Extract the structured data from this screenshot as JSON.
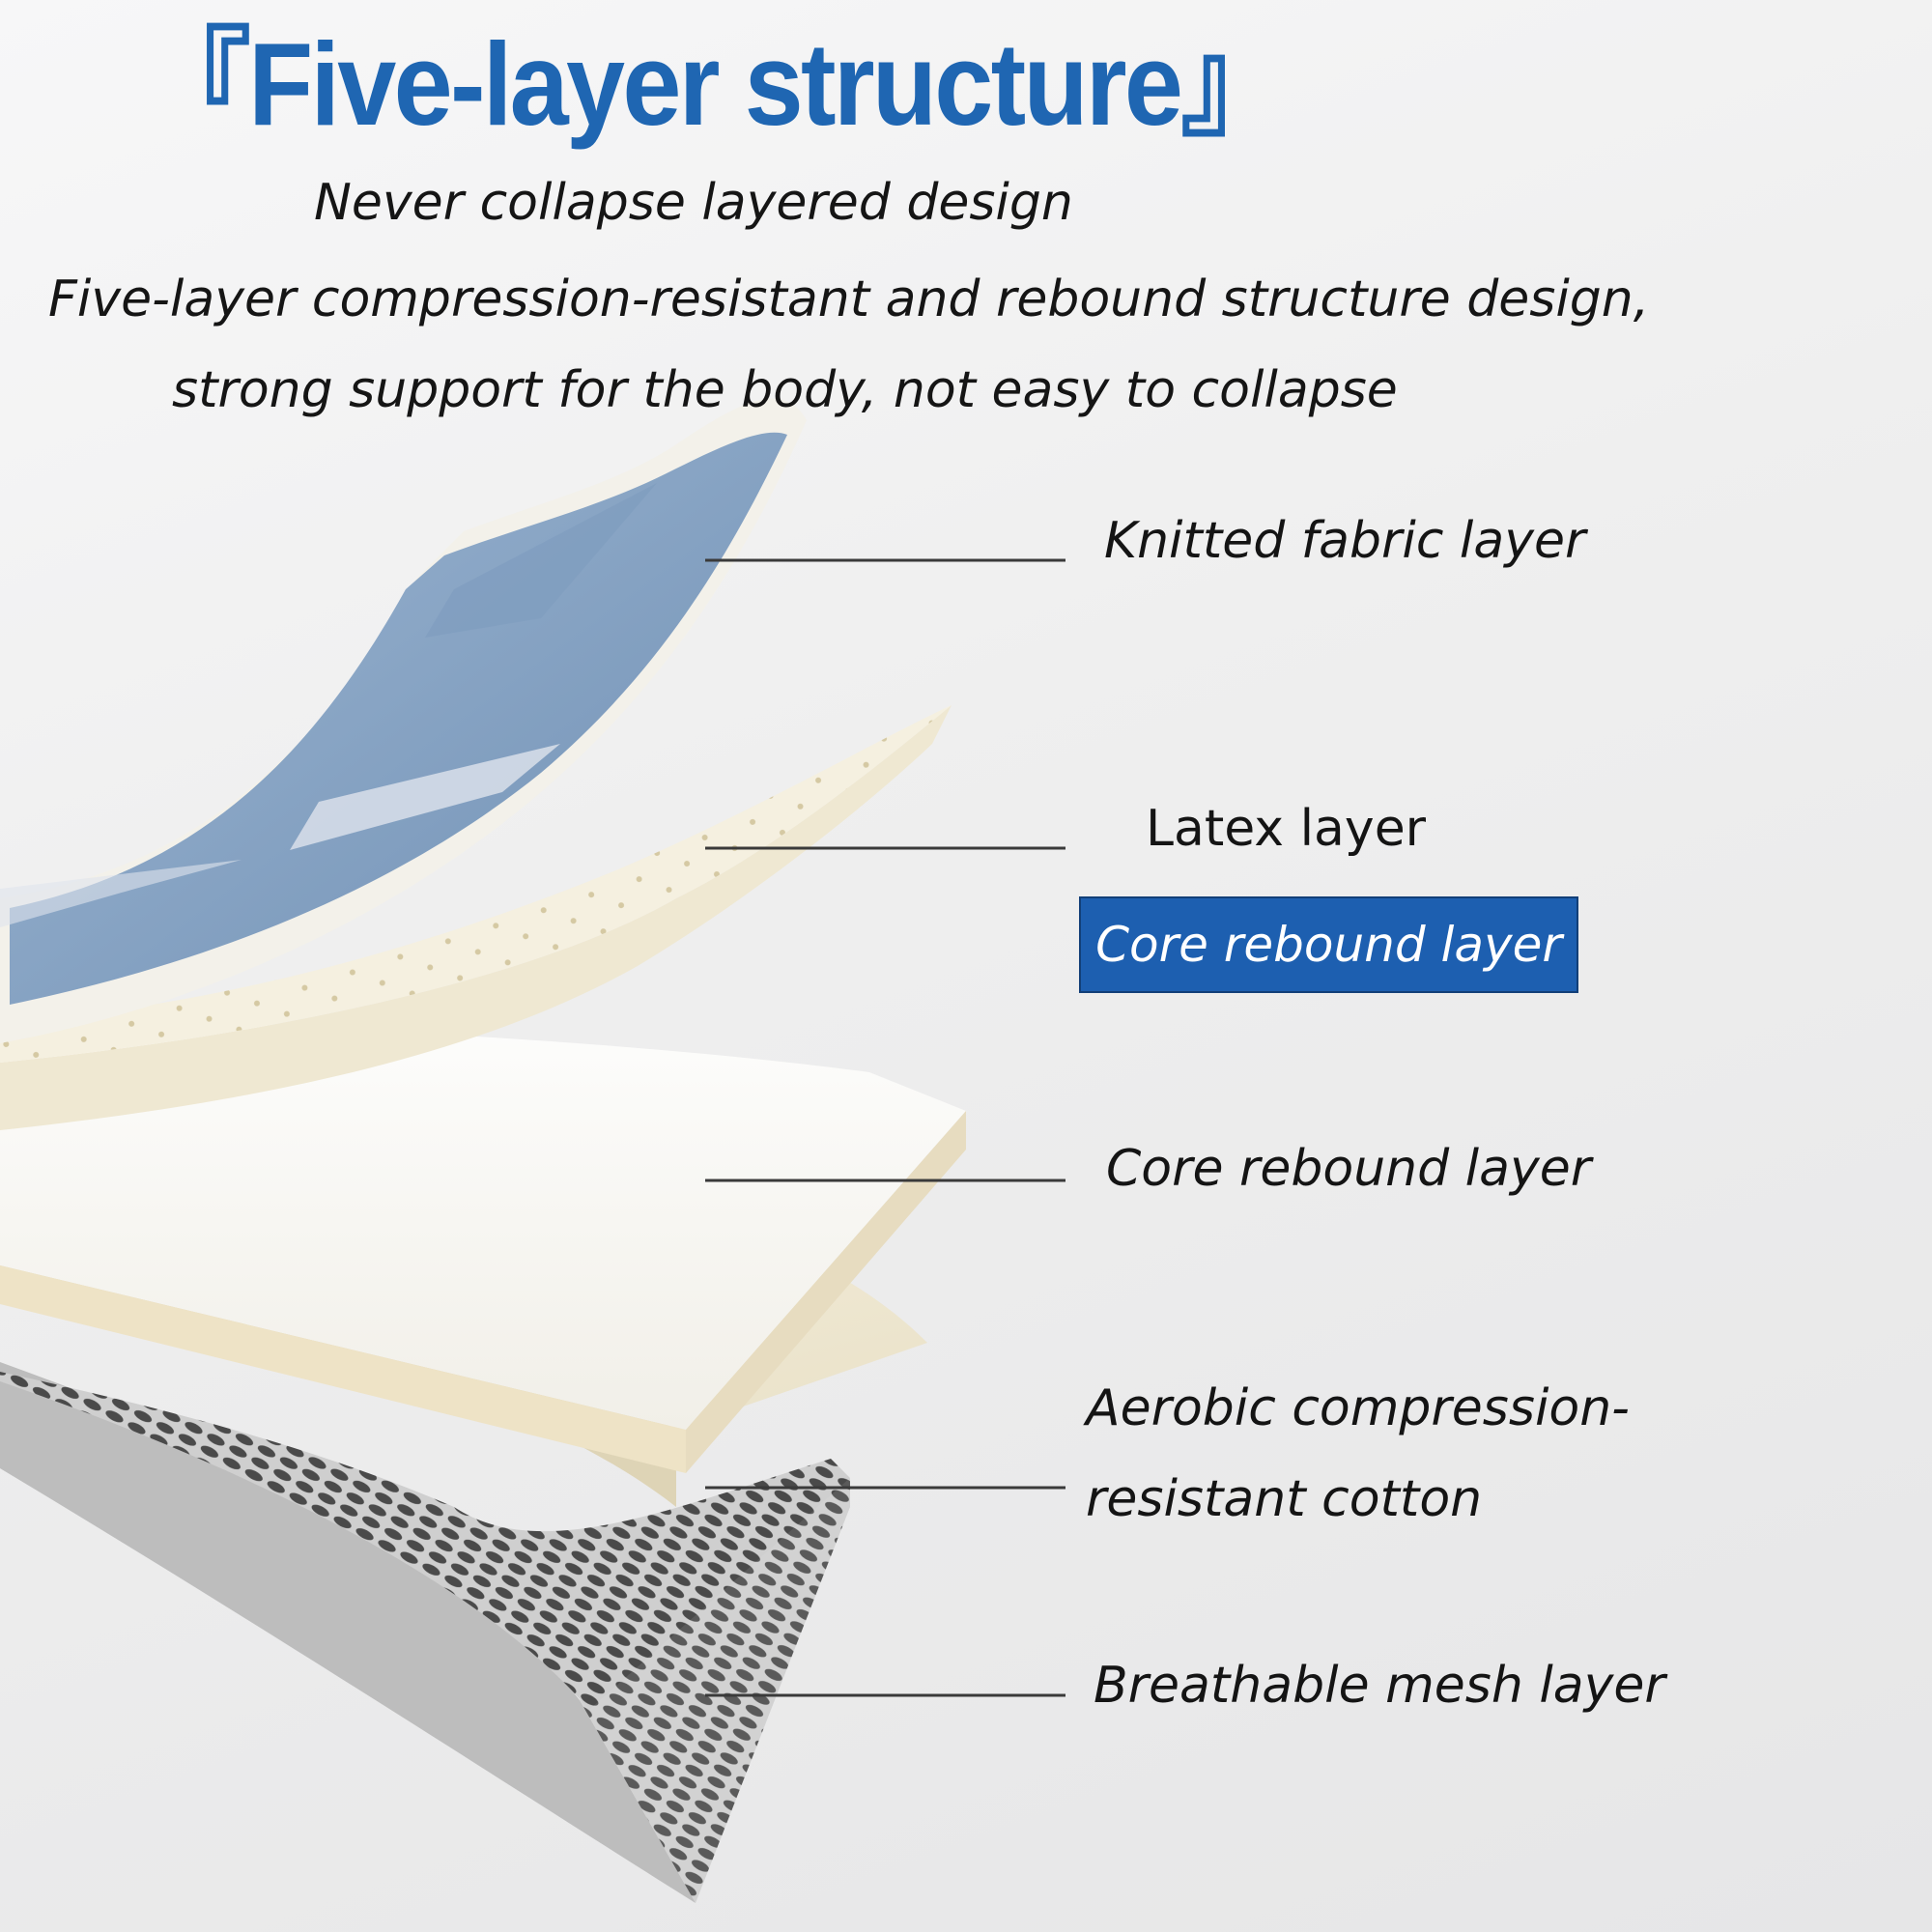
{
  "title": "『Five-layer structure』",
  "subtitle_1": "Never collapse layered design",
  "subtitle_2": "Five-layer compression-resistant and rebound structure design,",
  "subtitle_3": "strong support for the body, not easy to collapse",
  "layers": [
    {
      "label": "Knitted fabric layer"
    },
    {
      "label": "Latex layer"
    },
    {
      "label": "Core rebound layer"
    },
    {
      "label_line_1": "Aerobic compression-",
      "label_line_2": "resistant cotton"
    },
    {
      "label": "Breathable mesh layer"
    }
  ],
  "highlight_badge": {
    "label": "Core rebound layer",
    "color": "#1d5fb0"
  },
  "colors": {
    "title": "#1f66b2",
    "knit_fabric": "#8aa6c4",
    "latex": "#f3efe0",
    "mesh": "#5c5c5c"
  }
}
